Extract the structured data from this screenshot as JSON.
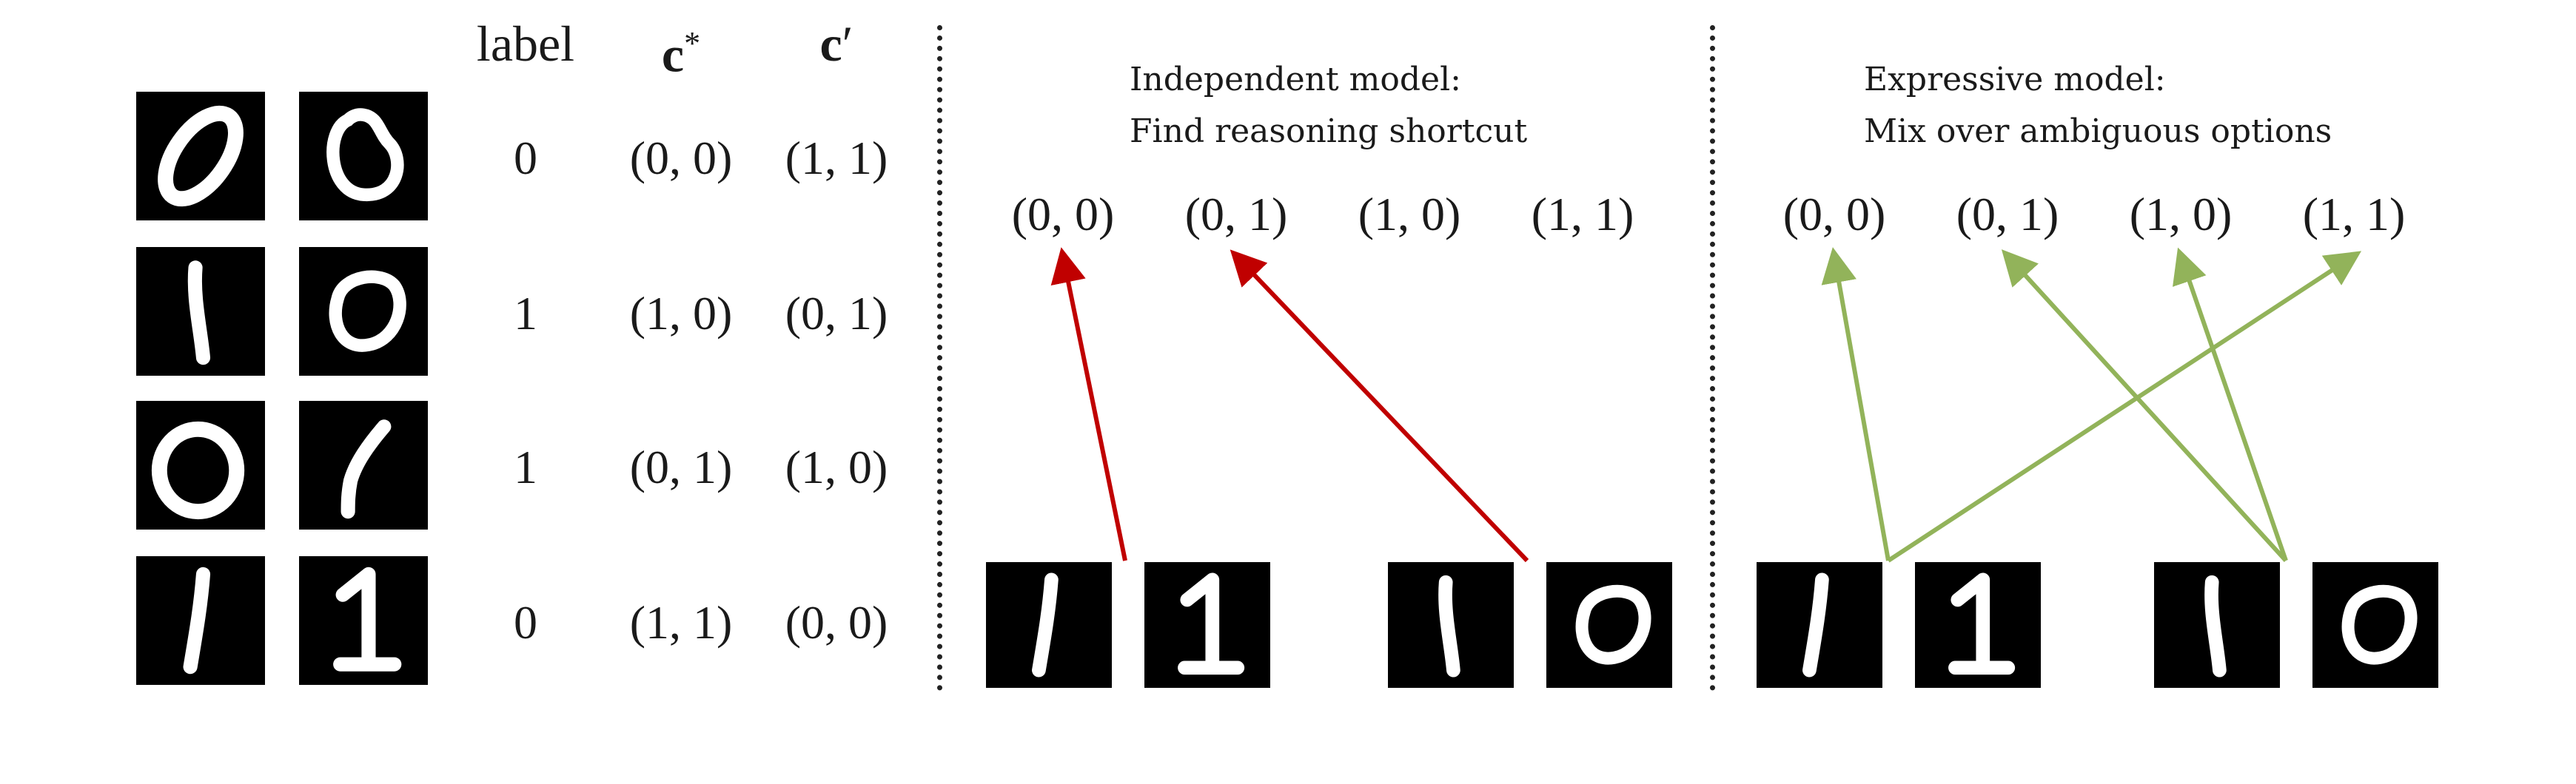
{
  "table": {
    "headers": {
      "label": "label",
      "c_star": "c*",
      "c_prime": "c′"
    },
    "rows": [
      {
        "digits": [
          "0",
          "0"
        ],
        "label": "0",
        "c_star": "(0, 0)",
        "c_prime": "(1, 1)"
      },
      {
        "digits": [
          "1",
          "0"
        ],
        "label": "1",
        "c_star": "(1, 0)",
        "c_prime": "(0, 1)"
      },
      {
        "digits": [
          "0",
          "1"
        ],
        "label": "1",
        "c_star": "(0, 1)",
        "c_prime": "(1, 0)"
      },
      {
        "digits": [
          "1",
          "1"
        ],
        "label": "0",
        "c_star": "(1, 1)",
        "c_prime": "(0, 0)"
      }
    ]
  },
  "panels": [
    {
      "id": "independent",
      "title_line1": "Independent model:",
      "title_line2": "Find reasoning shortcut",
      "options": [
        "(0, 0)",
        "(0, 1)",
        "(1, 0)",
        "(1, 1)"
      ],
      "pairs": [
        {
          "digits": [
            "1",
            "1"
          ],
          "targets": [
            "(0, 0)"
          ]
        },
        {
          "digits": [
            "1",
            "0"
          ],
          "targets": [
            "(0, 1)"
          ]
        }
      ],
      "arrow_color": "#c00000"
    },
    {
      "id": "expressive",
      "title_line1": "Expressive model:",
      "title_line2": "Mix over ambiguous options",
      "options": [
        "(0, 0)",
        "(0, 1)",
        "(1, 0)",
        "(1, 1)"
      ],
      "pairs": [
        {
          "digits": [
            "1",
            "1"
          ],
          "targets": [
            "(0, 0)",
            "(1, 1)"
          ]
        },
        {
          "digits": [
            "1",
            "0"
          ],
          "targets": [
            "(0, 1)",
            "(1, 0)"
          ]
        }
      ],
      "arrow_color": "#92b35a"
    }
  ]
}
